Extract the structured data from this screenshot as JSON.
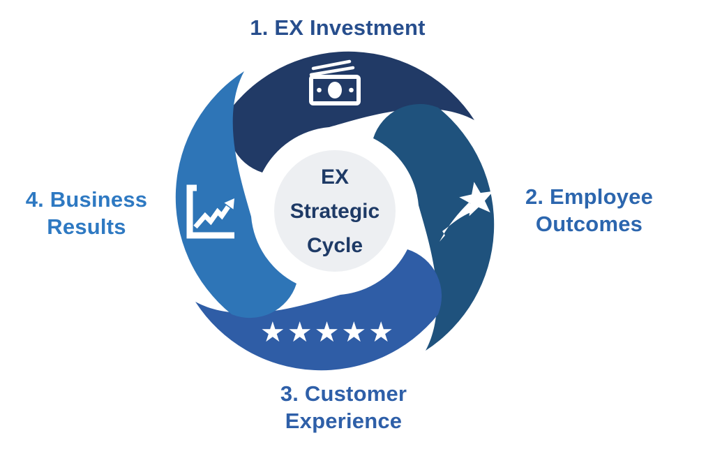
{
  "diagram": {
    "center": {
      "lines": [
        "EX",
        "Strategic",
        "Cycle"
      ],
      "bg": "#EDEFF2",
      "text_color": "#1E3A66"
    },
    "segments": [
      {
        "lines": [
          "1. EX Investment"
        ],
        "segment_color": "#213A66",
        "label_color": "#274E8D",
        "icon": "money-icon"
      },
      {
        "lines": [
          "2. Employee",
          "Outcomes"
        ],
        "segment_color": "#1F527D",
        "label_color": "#2C66AE",
        "icon": "shooting-star-icon"
      },
      {
        "lines": [
          "3. Customer",
          "Experience"
        ],
        "segment_color": "#2F5DA6",
        "label_color": "#2E5FA8",
        "icon": "five-stars-icon",
        "stars": "★★★★★"
      },
      {
        "lines": [
          "4. Business",
          "Results"
        ],
        "segment_color": "#2E75B7",
        "label_color": "#2E79C2",
        "icon": "chart-increasing-icon"
      }
    ],
    "icon_color": "#FFFFFF"
  }
}
